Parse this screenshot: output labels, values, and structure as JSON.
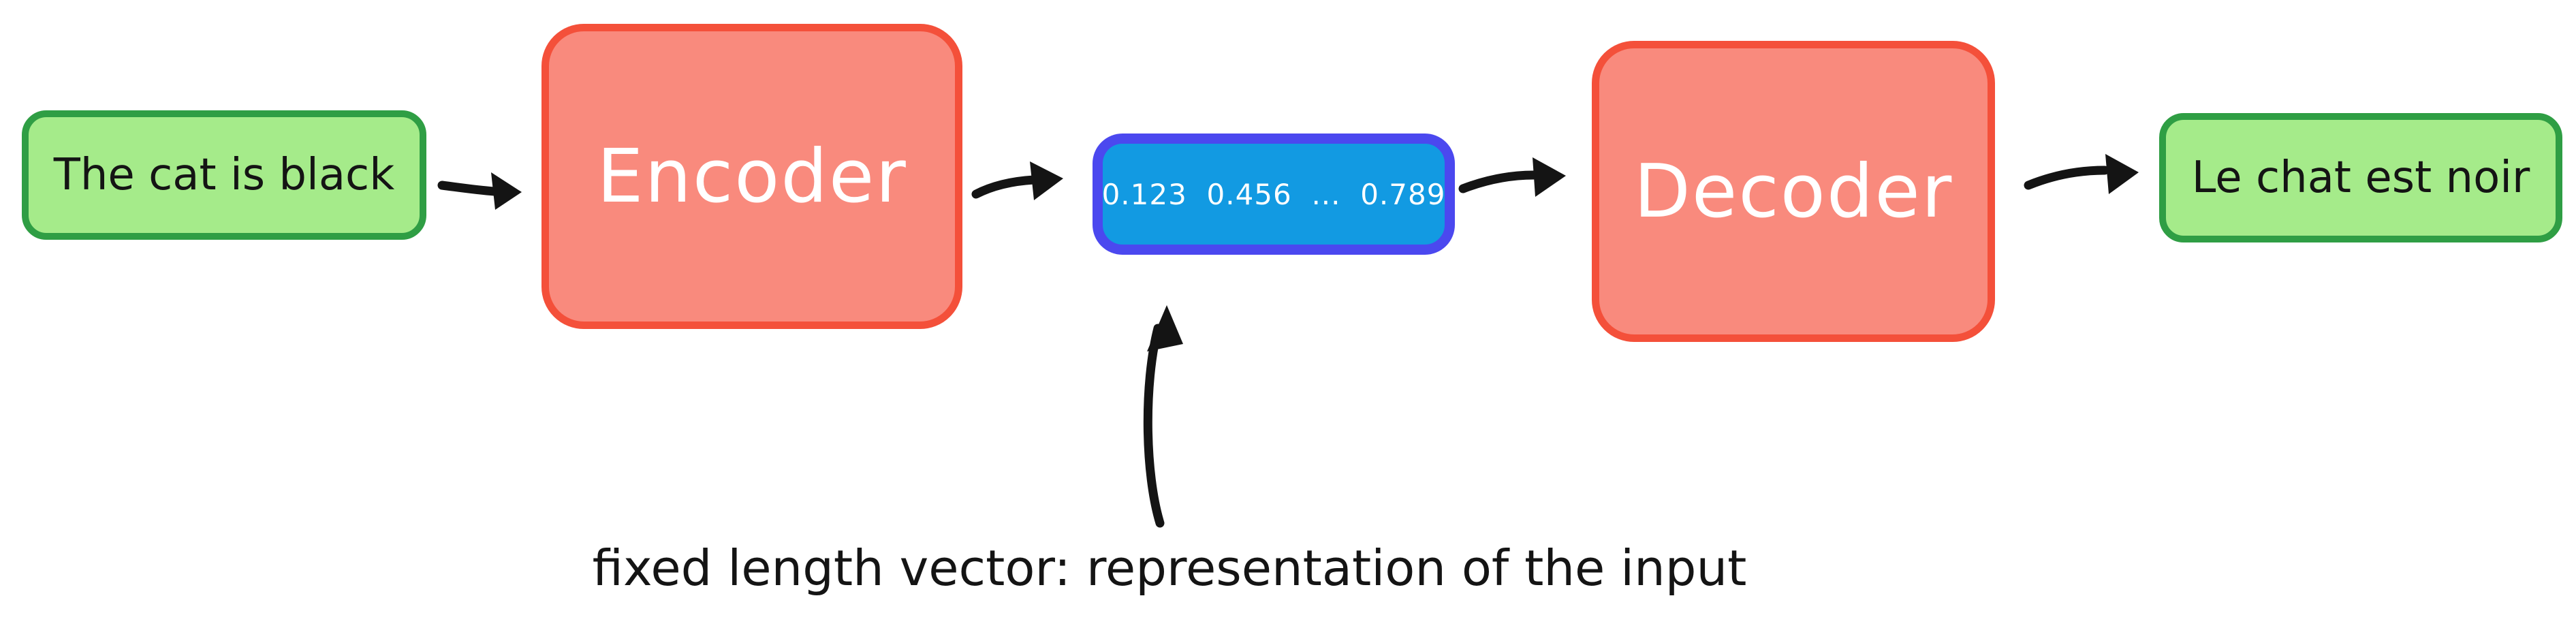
{
  "diagram": {
    "type": "encoder-decoder-seq2seq",
    "nodes": [
      {
        "id": "input-sentence",
        "label": "The cat is black"
      },
      {
        "id": "encoder",
        "label": "Encoder"
      },
      {
        "id": "vector",
        "label": "0.123  0.456  ...  0.789"
      },
      {
        "id": "decoder",
        "label": "Decoder"
      },
      {
        "id": "output-sentence",
        "label": "Le chat est noir"
      }
    ],
    "caption": "fixed length vector: representation of the input",
    "connectors": [
      {
        "id": "input-to-encoder",
        "from": "input-sentence",
        "to": "encoder"
      },
      {
        "id": "encoder-to-vector",
        "from": "encoder",
        "to": "vector"
      },
      {
        "id": "vector-to-decoder",
        "from": "vector",
        "to": "decoder"
      },
      {
        "id": "decoder-to-output",
        "from": "decoder",
        "to": "output-sentence"
      },
      {
        "id": "caption-to-vector",
        "from": "caption",
        "to": "vector"
      }
    ]
  },
  "colors": {
    "canvas-bg": "#ffffff",
    "green-fill": "#a5eb8a",
    "green-border": "#2f9e44",
    "salmon-fill": "#f98a7d",
    "salmon-border": "#f4503a",
    "blue-fill": "#129ae2",
    "blue-border": "#4b48ef",
    "ink": "#141414",
    "box-text-light": "#ffffff"
  }
}
